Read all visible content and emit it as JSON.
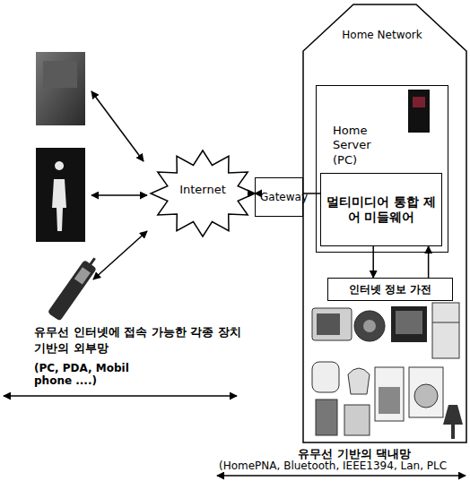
{
  "diagram": {
    "nodes": [
      {
        "text": [
          "Internet"
        ]
      },
      {
        "text": [
          "Gateway"
        ]
      },
      {
        "text": [
          "Home Network"
        ]
      },
      {
        "text": [
          "Home Server (PC)"
        ],
        "in": 2
      },
      {
        "text": [
          "멀티미디어 통합 제어 미들웨어"
        ],
        "in": 3
      },
      {
        "text": [
          "인터넷 정보 가전"
        ],
        "in": 2
      }
    ],
    "edges": [
      {
        "from": 0,
        "to": 1,
        "arrow": "both"
      },
      {
        "from": 1,
        "to": 4,
        "arrow": "none"
      },
      {
        "from": 4,
        "to": 5,
        "arrow": "to"
      },
      {
        "from": 5,
        "to": 4,
        "arrow": "to"
      }
    ],
    "labels": [
      "유무선 인터넷에 접속 가능한 각종 장치 기반의 외부망",
      "(PC, PDA, Mobil phone ....)",
      "유무선 기반의 댁내망",
      "(HomePNA, Bluetooth, IEEE1394, Lan, PLC"
    ]
  }
}
